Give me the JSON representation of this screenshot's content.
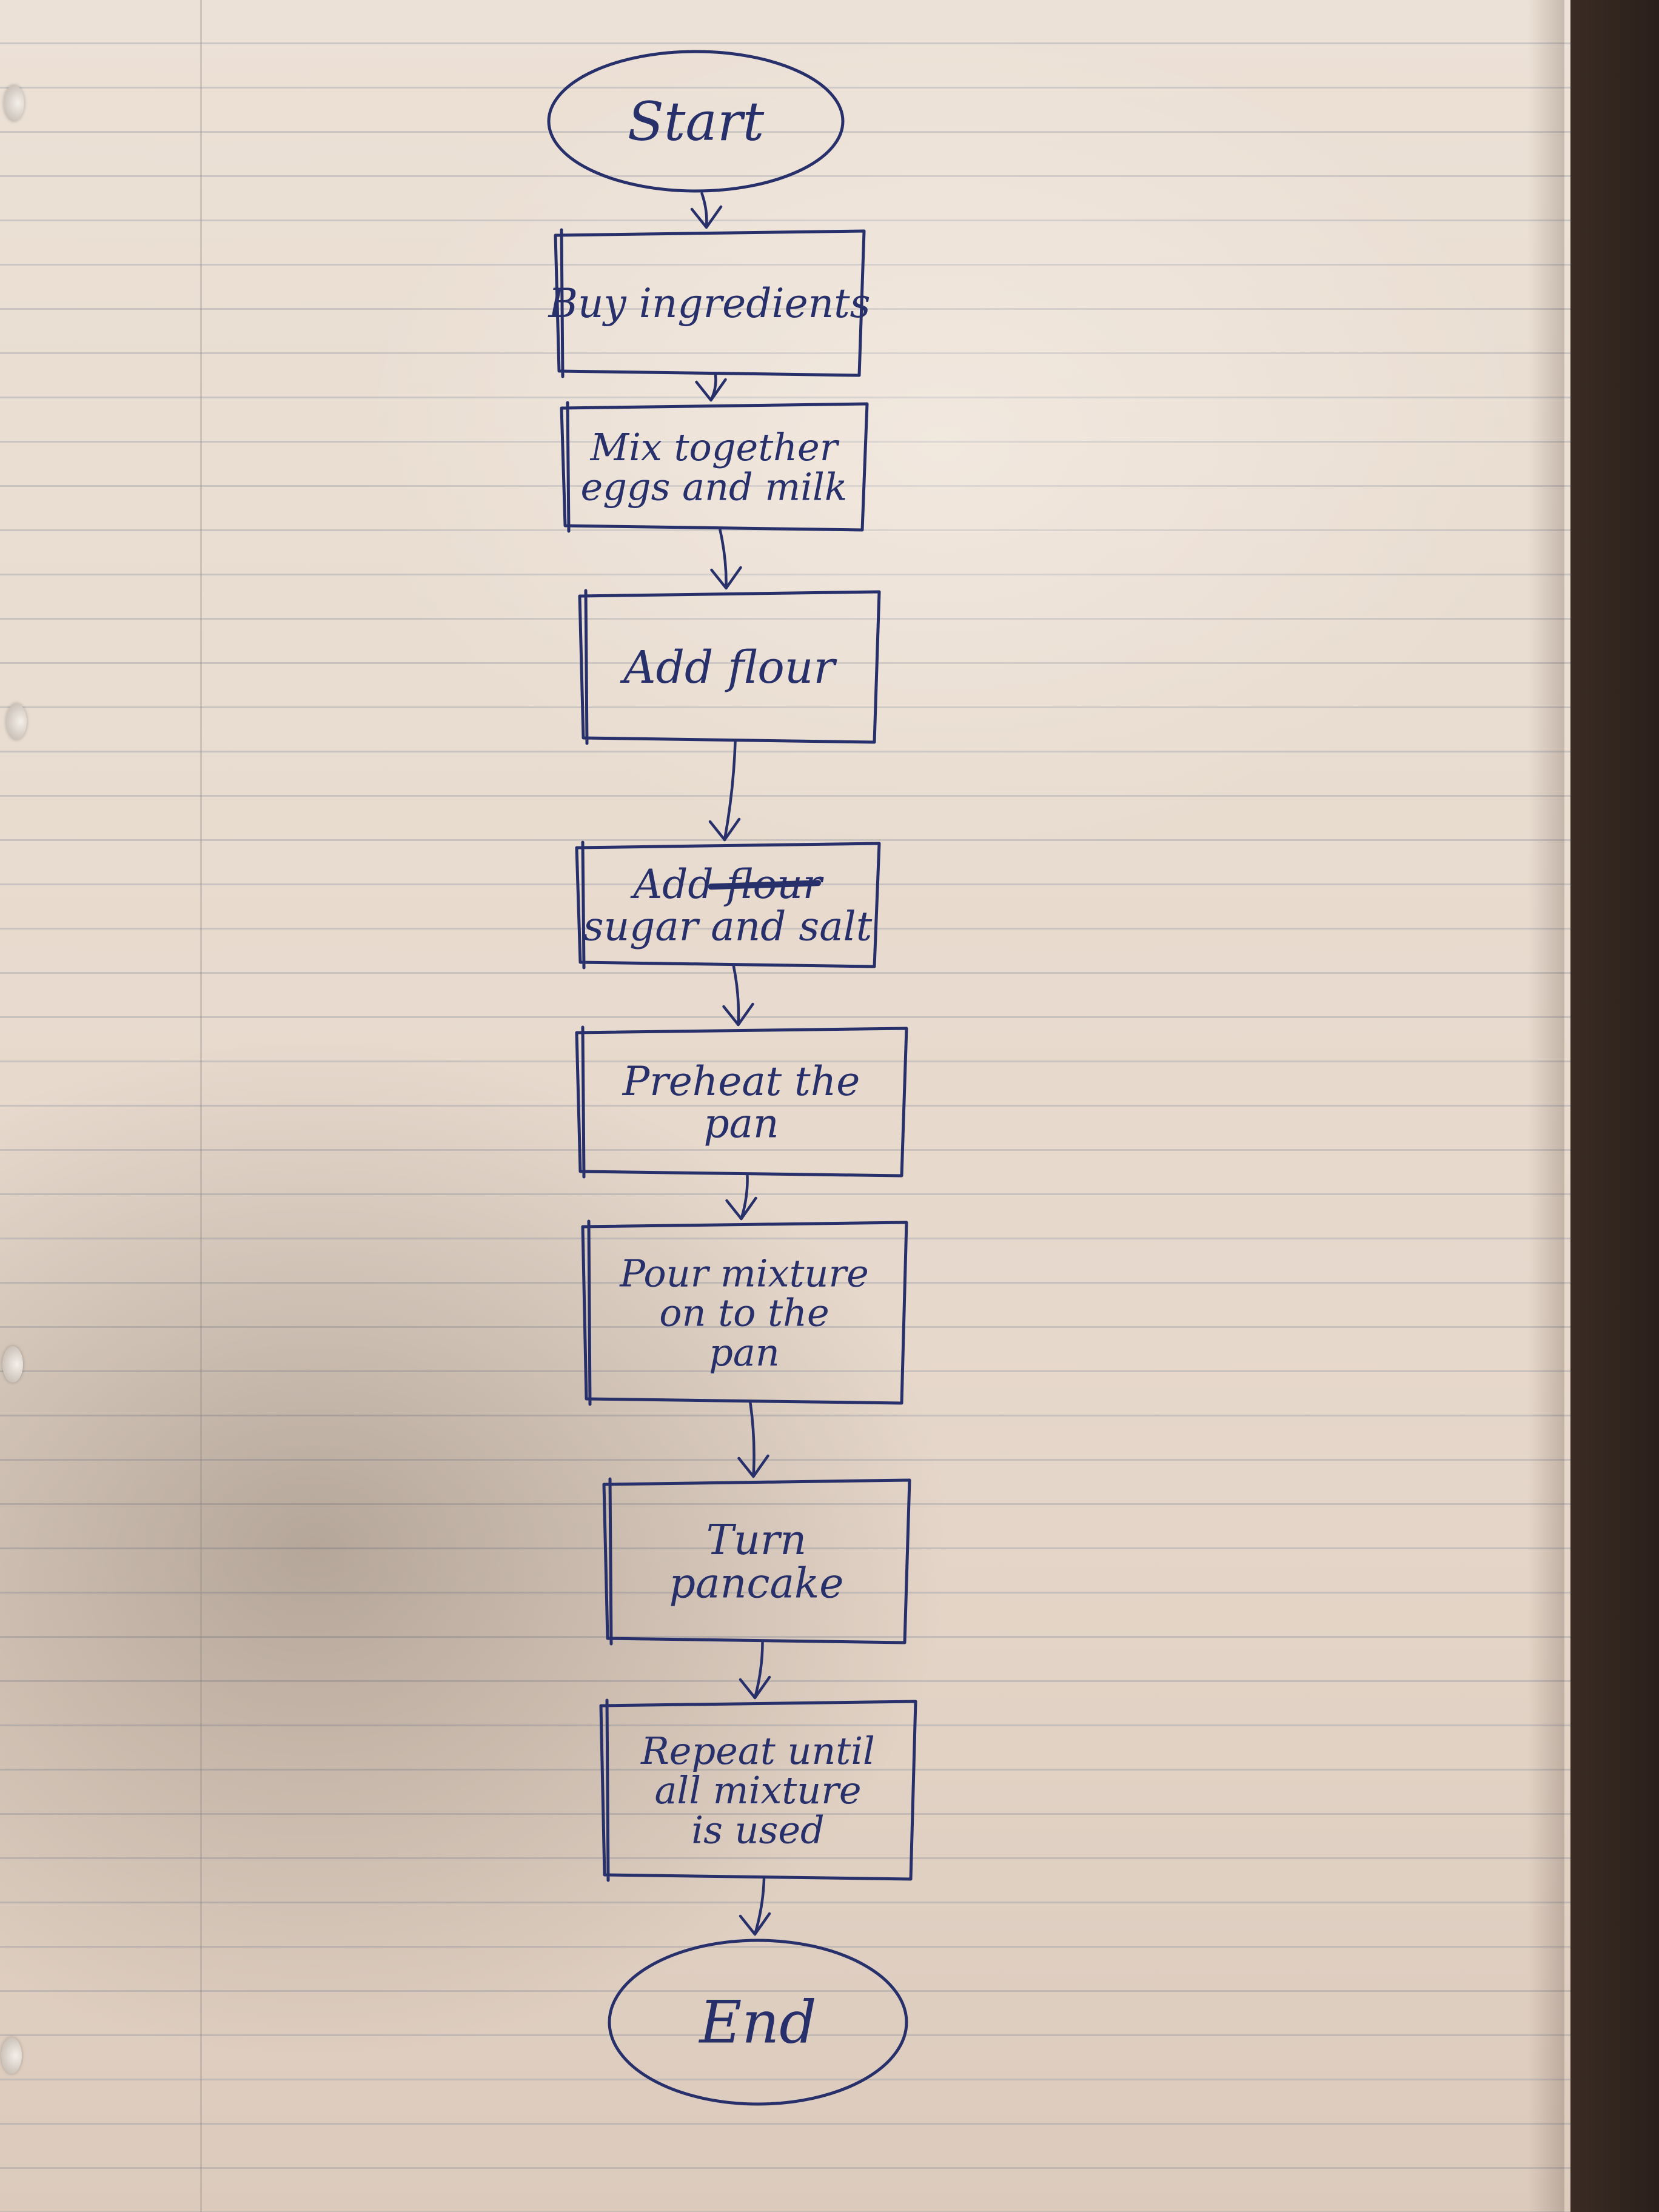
{
  "flowchart": {
    "nodes": [
      {
        "id": "start",
        "shape": "oval",
        "lines": [
          "Start"
        ]
      },
      {
        "id": "buy",
        "shape": "rect",
        "lines": [
          "Buy ingredients"
        ]
      },
      {
        "id": "mix",
        "shape": "rect",
        "lines": [
          "Mix together",
          "eggs and milk"
        ]
      },
      {
        "id": "flour",
        "shape": "rect",
        "lines": [
          "Add flour"
        ]
      },
      {
        "id": "sugar",
        "shape": "rect",
        "lines": [
          "Add flour",
          "sugar and salt"
        ],
        "struck_word": "flour"
      },
      {
        "id": "preheat",
        "shape": "rect",
        "lines": [
          "Preheat the",
          "pan"
        ]
      },
      {
        "id": "pour",
        "shape": "rect",
        "lines": [
          "Pour mixture",
          "on to the",
          "pan"
        ]
      },
      {
        "id": "turn",
        "shape": "rect",
        "lines": [
          "Turn",
          "pancake"
        ]
      },
      {
        "id": "repeat",
        "shape": "rect",
        "lines": [
          "Repeat until",
          "all mixture",
          "is used"
        ]
      },
      {
        "id": "end",
        "shape": "oval",
        "lines": [
          "End"
        ]
      }
    ],
    "edges": [
      [
        "start",
        "buy"
      ],
      [
        "buy",
        "mix"
      ],
      [
        "mix",
        "flour"
      ],
      [
        "flour",
        "sugar"
      ],
      [
        "sugar",
        "preheat"
      ],
      [
        "preheat",
        "pour"
      ],
      [
        "pour",
        "turn"
      ],
      [
        "turn",
        "repeat"
      ],
      [
        "repeat",
        "end"
      ]
    ]
  },
  "colors": {
    "ink": "#27306a",
    "paper": "#e9ddd2"
  }
}
